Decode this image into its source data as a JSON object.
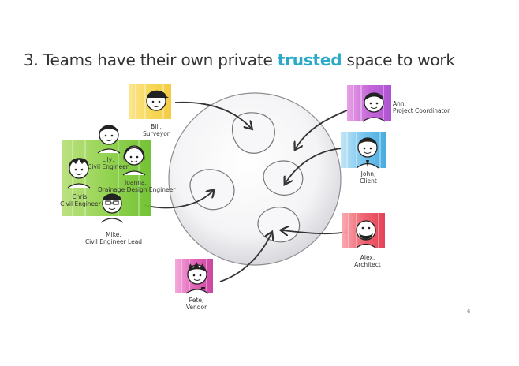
{
  "slide": {
    "title_prefix": "3. Teams have their own private ",
    "title_accent": "trusted",
    "title_suffix": " space to work",
    "page_number": "6",
    "accent_color": "#2aa9c9"
  },
  "people": {
    "bill": {
      "name": "Bill,",
      "role": "Surveyor"
    },
    "lily": {
      "name": "Lily,",
      "role": "Civil Engineer"
    },
    "joanna": {
      "name": "Joanna,",
      "role": "Drainage Design Engineer"
    },
    "chris": {
      "name": "Chris,",
      "role": "Civil Engineer"
    },
    "mike": {
      "name": "Mike,",
      "role": "Civil Engineer Lead"
    },
    "ann": {
      "name": "Ann,",
      "role": "Project Coordinator"
    },
    "john": {
      "name": "John,",
      "role": "Client"
    },
    "alex": {
      "name": "Alex,",
      "role": "Architect"
    },
    "pete": {
      "name": "Pete,",
      "role": "Vendor"
    }
  },
  "icons": [
    "person-avatar-icon",
    "arrow-icon",
    "bubble-space-icon"
  ]
}
